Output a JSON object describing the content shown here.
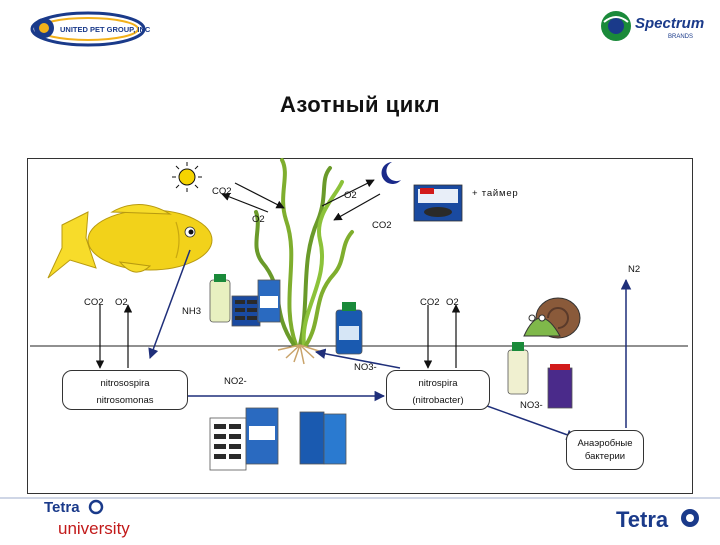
{
  "header": {
    "left_logo": "UNITED PET GROUP, INC",
    "right_logo_brand": "Spectrum",
    "right_logo_sub": "BRANDS"
  },
  "title": "Азотный цикл",
  "diagram": {
    "top_co2_left": "CO2",
    "top_o2_left": "O2",
    "top_o2_right": "O2",
    "top_co2_right": "CO2",
    "timer": "+ таймер",
    "n2": "N2",
    "fish_co2": "CO2",
    "fish_o2": "O2",
    "nh3": "NH3",
    "right_co2": "CO2",
    "right_o2": "O2",
    "no3_center": "NO3-",
    "no2": "NO2-",
    "no3_right": "NO3-",
    "box_left_line1": "nitrosospira",
    "box_left_line2": "nitrosomonas",
    "box_mid_line1": "nitrospira",
    "box_mid_line2": "(nitrobacter)",
    "box_right_line1": "Анаэробные",
    "box_right_line2": "бактерии"
  },
  "footer": {
    "left_logo_top": "Tetra",
    "left_logo_bottom": "university",
    "right_logo": "Tetra"
  },
  "colors": {
    "arrow": "#1f2f7a",
    "fish": "#f2d21a",
    "plant": "#6a9a2a",
    "sun": "#f5d400",
    "moon": "#1a2a8a"
  }
}
